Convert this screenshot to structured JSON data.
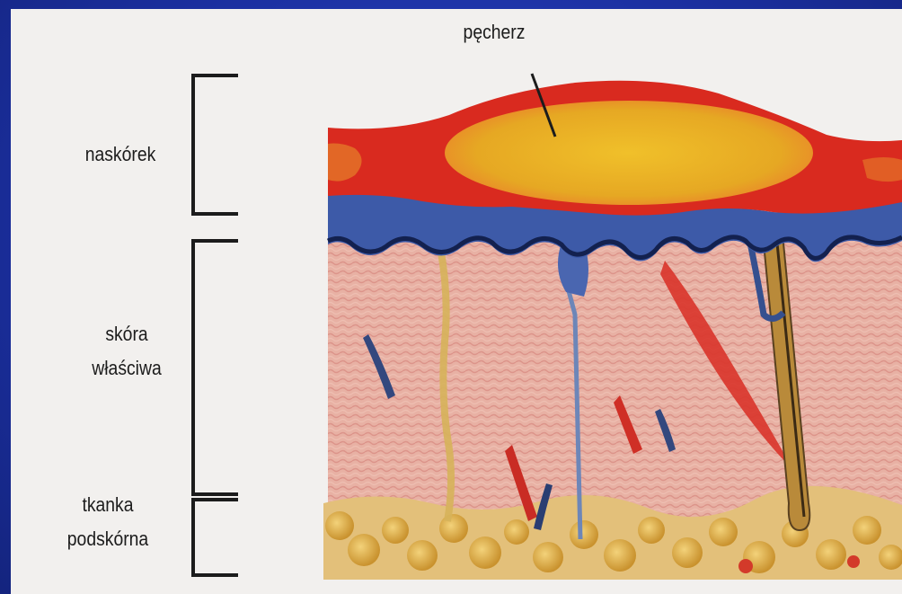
{
  "labels": {
    "blister": "pęcherz",
    "epidermis": "naskórek",
    "dermis_line1": "skóra",
    "dermis_line2": "właściwa",
    "hypodermis_line1": "tkanka",
    "hypodermis_line2": "podskórna"
  },
  "colors": {
    "background": "#1b2f9f",
    "panel": "#f2f0ee",
    "epidermis_red": "#d92a1f",
    "blister_fill": "#e8b423",
    "basal_blue": "#3d5aa8",
    "dermis_pink": "#e7b0a4",
    "fat_yellow": "#d9b048"
  }
}
